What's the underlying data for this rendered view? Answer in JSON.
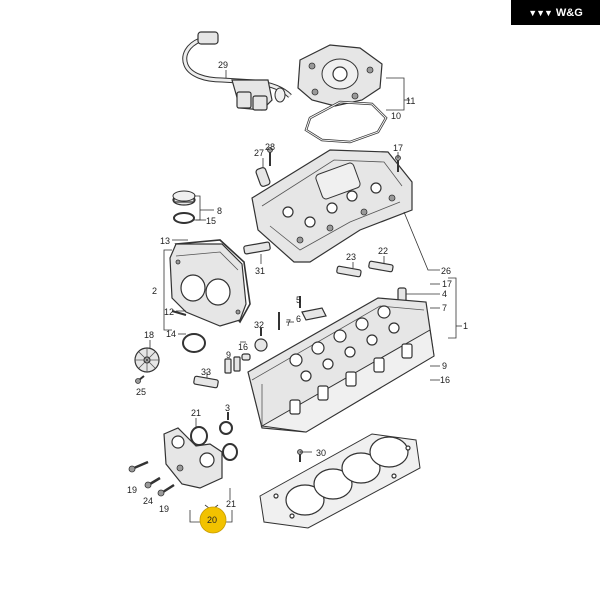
{
  "brand": {
    "mark": "▼▼▼",
    "name": "W&G"
  },
  "colors": {
    "highlight": "#f2c200",
    "badge_bg": "#000000",
    "line": "#333333"
  },
  "callouts": {
    "c1": "1",
    "c2": "2",
    "c3": "3",
    "c4": "4",
    "c5": "5",
    "c6": "6",
    "c7": "7",
    "c8": "8",
    "c9": "9",
    "c10": "10",
    "c11": "11",
    "c12": "12",
    "c13": "13",
    "c14": "14",
    "c15": "15",
    "c16": "16",
    "c16b": "16",
    "c17": "17",
    "c17b": "17",
    "c18": "18",
    "c19a": "19",
    "c19b": "19",
    "c20": "20",
    "c21a": "21",
    "c21b": "21",
    "c22": "22",
    "c23": "23",
    "c24": "24",
    "c25": "25",
    "c26": "26",
    "c27": "27",
    "c28": "28",
    "c29": "29",
    "c30": "30",
    "c31": "31",
    "c32": "32",
    "c33": "33"
  }
}
